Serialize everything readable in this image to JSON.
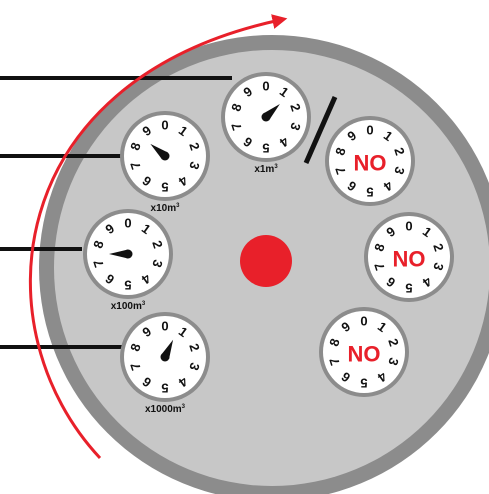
{
  "colors": {
    "meter_outer": "#8c8c8c",
    "meter_face": "#c7c7c7",
    "dial_face": "#ffffff",
    "dial_rim": "#8c8c8c",
    "ink": "#111111",
    "accent_red": "#e8202a"
  },
  "digits": [
    "0",
    "1",
    "2",
    "3",
    "4",
    "5",
    "6",
    "7",
    "8",
    "9"
  ],
  "dials": [
    {
      "id": "x1",
      "label": "x1m",
      "superscript": "3",
      "hand_value": 1.3,
      "no_label": ""
    },
    {
      "id": "x10",
      "label": "x10m",
      "superscript": "3",
      "hand_value": 8.6,
      "no_label": ""
    },
    {
      "id": "x100",
      "label": "x100m",
      "superscript": "3",
      "hand_value": 7.5,
      "no_label": ""
    },
    {
      "id": "x1000",
      "label": "x1000m",
      "superscript": "3",
      "hand_value": 0.7,
      "no_label": ""
    },
    {
      "id": "na-top",
      "label": "",
      "superscript": "",
      "hand_value": null,
      "no_label": "NO"
    },
    {
      "id": "na-middle",
      "label": "",
      "superscript": "",
      "hand_value": null,
      "no_label": "NO"
    },
    {
      "id": "na-bottom",
      "label": "",
      "superscript": "",
      "hand_value": null,
      "no_label": "NO"
    }
  ]
}
